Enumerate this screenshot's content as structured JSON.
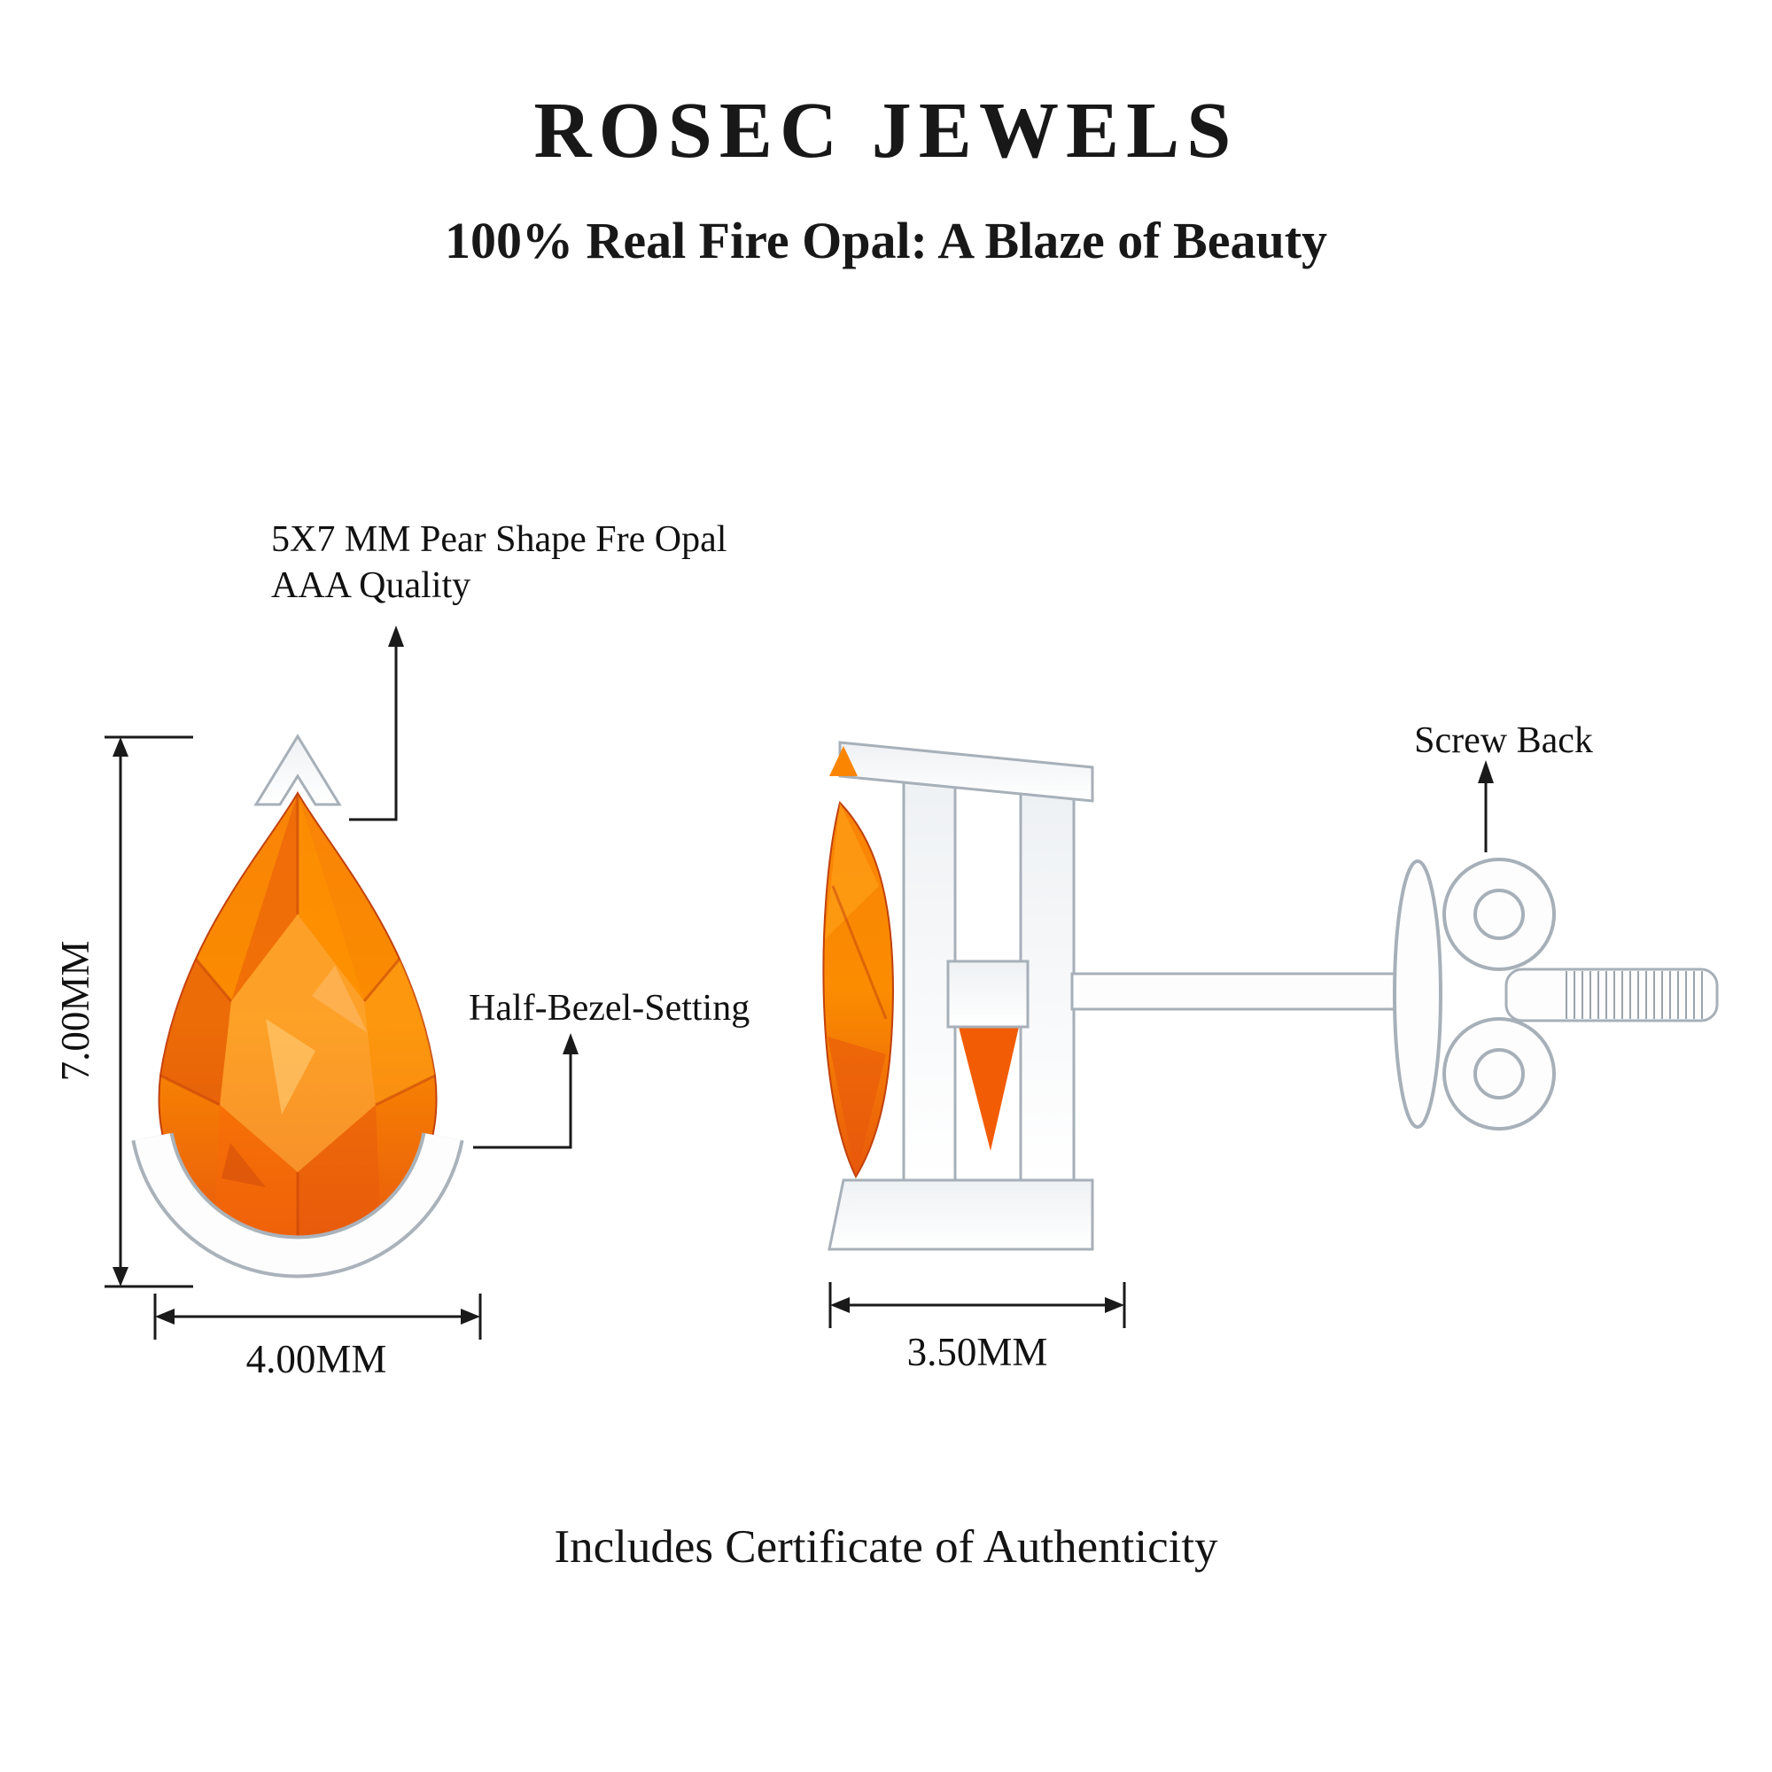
{
  "brand": {
    "title": "ROSEC JEWELS",
    "tagline": "100% Real Fire Opal: A Blaze of Beauty"
  },
  "front_view": {
    "stone_label_line1": "5X7 MM Pear Shape Fre Opal",
    "stone_label_line2": "AAA Quality",
    "setting_label": "Half-Bezel-Setting",
    "height_dimension": "7.00MM",
    "width_dimension": "4.00MM"
  },
  "side_view": {
    "back_label": "Screw Back",
    "depth_dimension": "3.50MM"
  },
  "footer": {
    "certificate_note": "Includes Certificate of Authenticity"
  },
  "colors": {
    "opal_top": "#f98307",
    "opal_mid": "#fb8c00",
    "opal_bottom": "#e8590c",
    "metal_fill": "#fbfcfd",
    "metal_stroke": "#a7b0b8",
    "line_color": "#1a1a1a",
    "text_color": "#111111"
  }
}
